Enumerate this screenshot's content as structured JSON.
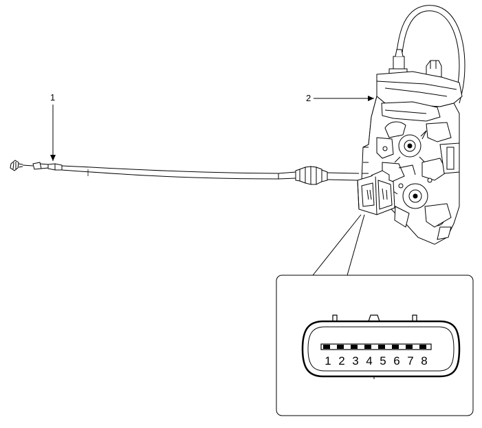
{
  "callouts": [
    {
      "id": "1",
      "label": "1"
    },
    {
      "id": "2",
      "label": "2"
    }
  ],
  "connector": {
    "pins": [
      "1",
      "2",
      "3",
      "4",
      "5",
      "6",
      "7",
      "8"
    ]
  }
}
